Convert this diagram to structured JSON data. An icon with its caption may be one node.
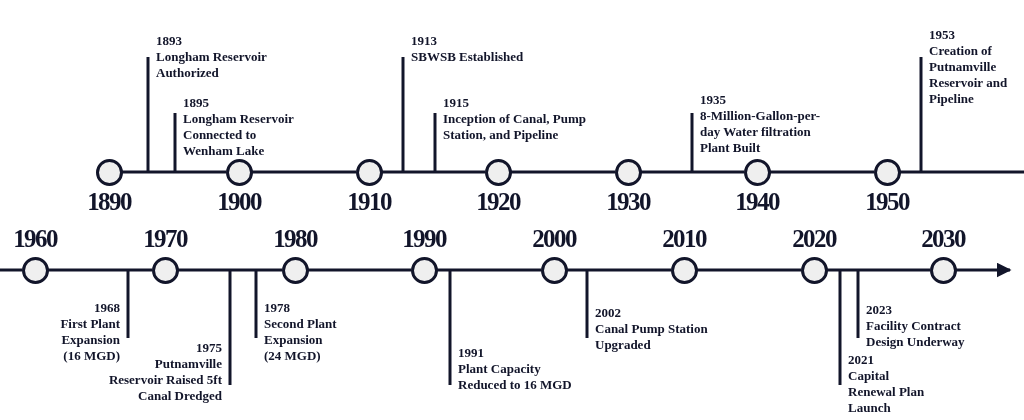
{
  "diagram": {
    "nodes": [
      {
        "text": [],
        "shape": "circle",
        "beside": [
          "1890"
        ]
      },
      {
        "text": [
          "1893",
          "Longham Reservoir Authorized"
        ]
      },
      {
        "text": [
          "1895",
          "Longham Reservoir Connected to Wenham Lake"
        ]
      },
      {
        "text": [],
        "shape": "circle",
        "beside": [
          "1900"
        ]
      },
      {
        "text": [],
        "shape": "circle",
        "beside": [
          "1910"
        ]
      },
      {
        "text": [
          "1913",
          "SBWSB Established"
        ]
      },
      {
        "text": [
          "1915",
          "Inception of Canal, Pump Station, and Pipeline"
        ]
      },
      {
        "text": [],
        "shape": "circle",
        "beside": [
          "1920"
        ]
      },
      {
        "text": [],
        "shape": "circle",
        "beside": [
          "1930"
        ]
      },
      {
        "text": [
          "1935",
          "8-Million-Gallon-per-day Water filtration Plant Built"
        ]
      },
      {
        "text": [],
        "shape": "circle",
        "beside": [
          "1940"
        ]
      },
      {
        "text": [],
        "shape": "circle",
        "beside": [
          "1950"
        ]
      },
      {
        "text": [
          "1953",
          "Creation of Putnamville Reservoir and Pipeline"
        ]
      },
      {
        "text": [],
        "shape": "circle",
        "beside": [
          "1960"
        ]
      },
      {
        "text": [
          "1968",
          "First Plant Expansion (16 MGD)"
        ]
      },
      {
        "text": [],
        "shape": "circle",
        "beside": [
          "1970"
        ]
      },
      {
        "text": [
          "1975",
          "Putnamville Reservoir Raised 5ft Canal Dredged"
        ]
      },
      {
        "text": [
          "1978",
          "Second Plant Expansion (24 MGD)"
        ]
      },
      {
        "text": [],
        "shape": "circle",
        "beside": [
          "1980"
        ]
      },
      {
        "text": [],
        "shape": "circle",
        "beside": [
          "1990"
        ]
      },
      {
        "text": [
          "1991",
          "Plant Capacity Reduced to 16 MGD"
        ]
      },
      {
        "text": [],
        "shape": "circle",
        "beside": [
          "2000"
        ]
      },
      {
        "text": [
          "2002",
          "Canal Pump Station Upgraded"
        ]
      },
      {
        "text": [],
        "shape": "circle",
        "beside": [
          "2010"
        ]
      },
      {
        "text": [],
        "shape": "circle",
        "beside": [
          "2020"
        ]
      },
      {
        "text": [
          "2021",
          "Capital Renewal Plan Launch"
        ]
      },
      {
        "text": [
          "2023",
          "Facility Contract Design Underway"
        ]
      },
      {
        "text": [],
        "shape": "circle",
        "beside": [
          "2030"
        ]
      }
    ],
    "edges": [
      {
        "from": 0,
        "to": 3,
        "arrow": "none"
      },
      {
        "from": 3,
        "to": 4,
        "arrow": "none"
      },
      {
        "from": 4,
        "to": 7,
        "arrow": "none"
      },
      {
        "from": 7,
        "to": 8,
        "arrow": "none"
      },
      {
        "from": 8,
        "to": 10,
        "arrow": "none"
      },
      {
        "from": 10,
        "to": 11,
        "arrow": "none"
      },
      {
        "from": 11,
        "to": null,
        "arrow": "none"
      },
      {
        "from": null,
        "to": 13,
        "arrow": "none"
      },
      {
        "from": 13,
        "to": 15,
        "arrow": "none"
      },
      {
        "from": 15,
        "to": 18,
        "arrow": "none"
      },
      {
        "from": 18,
        "to": 19,
        "arrow": "none"
      },
      {
        "from": 19,
        "to": 21,
        "arrow": "none"
      },
      {
        "from": 21,
        "to": 23,
        "arrow": "none"
      },
      {
        "from": 23,
        "to": 24,
        "arrow": "none"
      },
      {
        "from": 24,
        "to": 27,
        "arrow": "none"
      },
      {
        "from": 27,
        "to": null,
        "arrow": "to"
      },
      {
        "from": 1,
        "to": null,
        "arrow": "none"
      },
      {
        "from": 2,
        "to": null,
        "arrow": "none"
      },
      {
        "from": 5,
        "to": null,
        "arrow": "none"
      },
      {
        "from": 6,
        "to": null,
        "arrow": "none"
      },
      {
        "from": 9,
        "to": null,
        "arrow": "none"
      },
      {
        "from": 12,
        "to": null,
        "arrow": "none"
      },
      {
        "from": 14,
        "to": null,
        "arrow": "none"
      },
      {
        "from": 16,
        "to": null,
        "arrow": "none"
      },
      {
        "from": 17,
        "to": null,
        "arrow": "none"
      },
      {
        "from": 20,
        "to": null,
        "arrow": "none"
      },
      {
        "from": 22,
        "to": null,
        "arrow": "none"
      },
      {
        "from": 25,
        "to": null,
        "arrow": "none"
      },
      {
        "from": 26,
        "to": null,
        "arrow": "none"
      }
    ]
  }
}
